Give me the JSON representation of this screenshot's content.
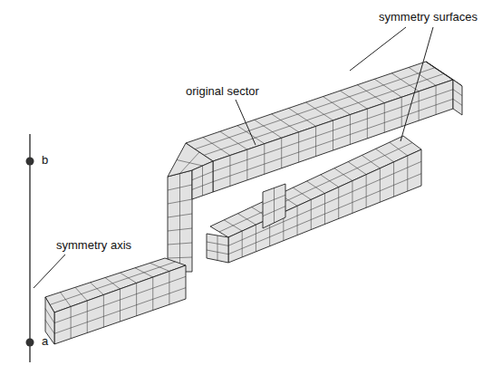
{
  "diagram": {
    "labels": [
      "symmetry surfaces",
      "original sector",
      "symmetry axis",
      "b",
      "a"
    ]
  }
}
